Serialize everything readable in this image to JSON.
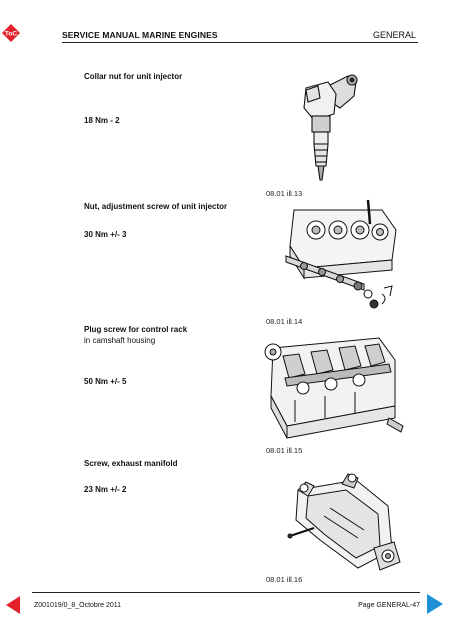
{
  "header": {
    "toc_label": "ToC",
    "title": "SERVICE MANUAL MARINE ENGINES",
    "section": "GENERAL"
  },
  "items": [
    {
      "name": "Collar nut for unit injector",
      "torque": "18 Nm - 2",
      "caption": "08.01 ill.13"
    },
    {
      "name": "Nut,  adjustment screw of unit injector",
      "torque": "30 Nm +/- 3",
      "caption": "08.01 ill.14"
    },
    {
      "name": "Plug screw for control rack",
      "subtitle": "in camshaft housing",
      "torque": "50 Nm +/- 5",
      "caption": "08.01 ill.15"
    },
    {
      "name": "Screw, exhaust manifold",
      "torque": "23 Nm +/- 2",
      "caption": "08.01 ill.16"
    }
  ],
  "footer": {
    "doc_ref": "Z001019/0_8_Octobre  2011",
    "page": "Page GENERAL-47"
  },
  "colors": {
    "toc": "#e3222b",
    "prev": "#e3222b",
    "next": "#1f8fd6"
  },
  "icons": [
    "toc-badge-icon",
    "previous-page-icon",
    "next-page-icon"
  ]
}
